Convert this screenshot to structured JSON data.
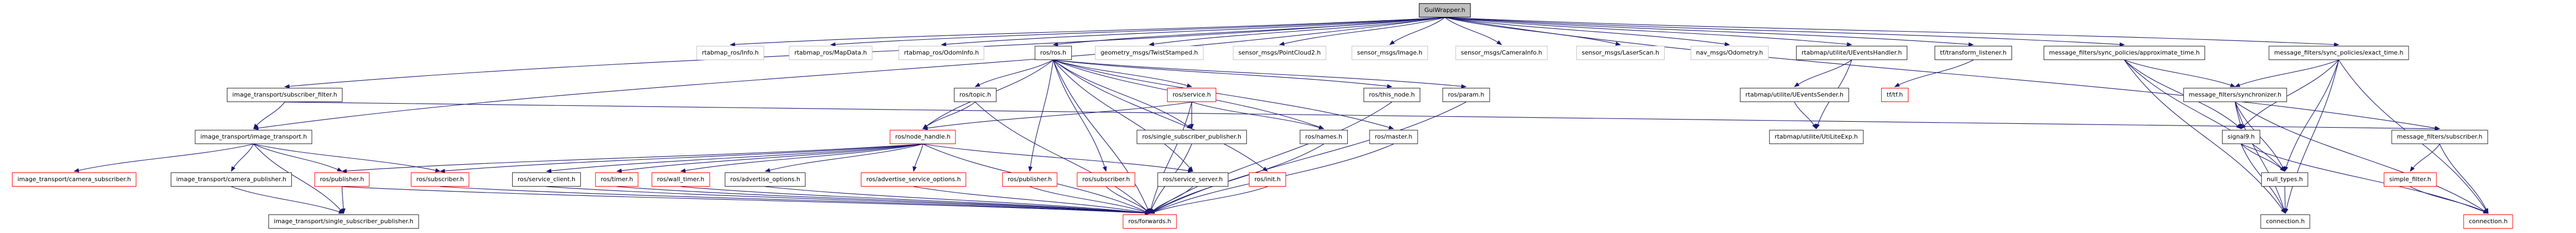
{
  "diagram": {
    "title": "GuiWrapper.h include dependency graph",
    "type": "include-dependency-graph",
    "root_label": "GuiWrapper.h",
    "colors": {
      "background": "#ffffff",
      "edge": "#191970",
      "node_fill": "#ffffff",
      "root_fill": "#bfbfbf",
      "border_linked": "#2a2a2a",
      "border_external": "#c4c4c4",
      "border_truncated": "#ff0000"
    },
    "nodes": [
      {
        "id": "root",
        "label": "GuiWrapper.h",
        "style": "root"
      },
      {
        "id": "info",
        "label": "rtabmap_ros/Info.h",
        "style": "external"
      },
      {
        "id": "mapdata",
        "label": "rtabmap_ros/MapData.h",
        "style": "external"
      },
      {
        "id": "odominfo",
        "label": "rtabmap_ros/OdomInfo.h",
        "style": "external"
      },
      {
        "id": "rosros",
        "label": "ros/ros.h",
        "style": "linked"
      },
      {
        "id": "twiststamped",
        "label": "geometry_msgs/TwistStamped.h",
        "style": "external"
      },
      {
        "id": "pointcloud2",
        "label": "sensor_msgs/PointCloud2.h",
        "style": "external"
      },
      {
        "id": "image",
        "label": "sensor_msgs/Image.h",
        "style": "external"
      },
      {
        "id": "camerainfo",
        "label": "sensor_msgs/CameraInfo.h",
        "style": "external"
      },
      {
        "id": "laserscan",
        "label": "sensor_msgs/LaserScan.h",
        "style": "external"
      },
      {
        "id": "odometry",
        "label": "nav_msgs/Odometry.h",
        "style": "external"
      },
      {
        "id": "ueventshandler",
        "label": "rtabmap/utilite/UEventsHandler.h",
        "style": "linked"
      },
      {
        "id": "transformlistener",
        "label": "tf/transform_listener.h",
        "style": "linked"
      },
      {
        "id": "approxtime",
        "label": "message_filters/sync_policies/approximate_time.h",
        "style": "linked"
      },
      {
        "id": "exacttime",
        "label": "message_filters/sync_policies/exact_time.h",
        "style": "linked"
      },
      {
        "id": "subscriberfilter",
        "label": "image_transport/subscriber_filter.h",
        "style": "linked"
      },
      {
        "id": "topic",
        "label": "ros/topic.h",
        "style": "linked"
      },
      {
        "id": "service",
        "label": "ros/service.h",
        "style": "truncated"
      },
      {
        "id": "thisnode",
        "label": "ros/this_node.h",
        "style": "linked"
      },
      {
        "id": "param",
        "label": "ros/param.h",
        "style": "linked"
      },
      {
        "id": "ueventssender",
        "label": "rtabmap/utilite/UEventsSender.h",
        "style": "linked"
      },
      {
        "id": "tftf",
        "label": "tf/tf.h",
        "style": "truncated"
      },
      {
        "id": "synchronizer",
        "label": "message_filters/synchronizer.h",
        "style": "linked"
      },
      {
        "id": "imagetransport",
        "label": "image_transport/image_transport.h",
        "style": "linked"
      },
      {
        "id": "nodehandle",
        "label": "ros/node_handle.h",
        "style": "truncated"
      },
      {
        "id": "rosssp",
        "label": "ros/single_subscriber_publisher.h",
        "style": "linked"
      },
      {
        "id": "names",
        "label": "ros/names.h",
        "style": "linked"
      },
      {
        "id": "master",
        "label": "ros/master.h",
        "style": "linked"
      },
      {
        "id": "utilitexp",
        "label": "rtabmap/utilite/UtiLiteExp.h",
        "style": "linked"
      },
      {
        "id": "signal9",
        "label": "signal9.h",
        "style": "linked"
      },
      {
        "id": "mfsubscriber",
        "label": "message_filters/subscriber.h",
        "style": "linked"
      },
      {
        "id": "camerasubscriber",
        "label": "image_transport/camera_subscriber.h",
        "style": "truncated"
      },
      {
        "id": "camerapublisher",
        "label": "image_transport/camera_publisher.h",
        "style": "linked"
      },
      {
        "id": "publisherL",
        "label": "ros/publisher.h",
        "style": "truncated"
      },
      {
        "id": "subscriberL",
        "label": "ros/subscriber.h",
        "style": "truncated"
      },
      {
        "id": "serviceclient",
        "label": "ros/service_client.h",
        "style": "linked"
      },
      {
        "id": "timer",
        "label": "ros/timer.h",
        "style": "truncated"
      },
      {
        "id": "walltimer",
        "label": "ros/wall_timer.h",
        "style": "truncated"
      },
      {
        "id": "advertiseoptions",
        "label": "ros/advertise_options.h",
        "style": "linked"
      },
      {
        "id": "advserviceoptions",
        "label": "ros/advertise_service_options.h",
        "style": "truncated"
      },
      {
        "id": "publisherR",
        "label": "ros/publisher.h",
        "style": "truncated"
      },
      {
        "id": "subscriberR",
        "label": "ros/subscriber.h",
        "style": "truncated"
      },
      {
        "id": "serviceserver",
        "label": "ros/service_server.h",
        "style": "linked"
      },
      {
        "id": "init",
        "label": "ros/init.h",
        "style": "truncated"
      },
      {
        "id": "nulltypes",
        "label": "null_types.h",
        "style": "linked"
      },
      {
        "id": "simplefilter",
        "label": "simple_filter.h",
        "style": "truncated"
      },
      {
        "id": "itssp",
        "label": "image_transport/single_subscriber_publisher.h",
        "style": "linked"
      },
      {
        "id": "forwards",
        "label": "ros/forwards.h",
        "style": "truncated"
      },
      {
        "id": "connectionmf",
        "label": "connection.h",
        "style": "linked"
      },
      {
        "id": "connectionros",
        "label": "connection.h",
        "style": "truncated"
      }
    ],
    "edges": [
      [
        "root",
        "info"
      ],
      [
        "root",
        "mapdata"
      ],
      [
        "root",
        "odominfo"
      ],
      [
        "root",
        "rosros"
      ],
      [
        "root",
        "twiststamped"
      ],
      [
        "root",
        "pointcloud2"
      ],
      [
        "root",
        "image"
      ],
      [
        "root",
        "camerainfo"
      ],
      [
        "root",
        "laserscan"
      ],
      [
        "root",
        "odometry"
      ],
      [
        "root",
        "ueventshandler"
      ],
      [
        "root",
        "transformlistener"
      ],
      [
        "root",
        "approxtime"
      ],
      [
        "root",
        "exacttime"
      ],
      [
        "root",
        "subscriberfilter"
      ],
      [
        "root",
        "imagetransport"
      ],
      [
        "root",
        "mfsubscriber"
      ],
      [
        "subscriberfilter",
        "imagetransport"
      ],
      [
        "subscriberfilter",
        "mfsubscriber"
      ],
      [
        "imagetransport",
        "camerasubscriber"
      ],
      [
        "imagetransport",
        "camerapublisher"
      ],
      [
        "imagetransport",
        "publisherL"
      ],
      [
        "imagetransport",
        "subscriberL"
      ],
      [
        "imagetransport",
        "itssp"
      ],
      [
        "camerapublisher",
        "itssp"
      ],
      [
        "publisherL",
        "itssp"
      ],
      [
        "publisherL",
        "forwards"
      ],
      [
        "subscriberL",
        "forwards"
      ],
      [
        "serviceclient",
        "forwards"
      ],
      [
        "timer",
        "forwards"
      ],
      [
        "walltimer",
        "forwards"
      ],
      [
        "advertiseoptions",
        "forwards"
      ],
      [
        "rosros",
        "topic"
      ],
      [
        "rosros",
        "service"
      ],
      [
        "rosros",
        "thisnode"
      ],
      [
        "rosros",
        "param"
      ],
      [
        "rosros",
        "names"
      ],
      [
        "rosros",
        "master"
      ],
      [
        "rosros",
        "nodehandle"
      ],
      [
        "rosros",
        "rosssp"
      ],
      [
        "rosros",
        "publisherR"
      ],
      [
        "rosros",
        "subscriberR"
      ],
      [
        "rosros",
        "serviceserver"
      ],
      [
        "rosros",
        "init"
      ],
      [
        "rosros",
        "forwards"
      ],
      [
        "topic",
        "nodehandle"
      ],
      [
        "topic",
        "forwards"
      ],
      [
        "service",
        "nodehandle"
      ],
      [
        "service",
        "rosssp"
      ],
      [
        "service",
        "names"
      ],
      [
        "service",
        "forwards"
      ],
      [
        "nodehandle",
        "publisherL"
      ],
      [
        "nodehandle",
        "subscriberL"
      ],
      [
        "nodehandle",
        "serviceclient"
      ],
      [
        "nodehandle",
        "timer"
      ],
      [
        "nodehandle",
        "walltimer"
      ],
      [
        "nodehandle",
        "advertiseoptions"
      ],
      [
        "nodehandle",
        "advserviceoptions"
      ],
      [
        "nodehandle",
        "serviceserver"
      ],
      [
        "nodehandle",
        "forwards"
      ],
      [
        "advserviceoptions",
        "forwards"
      ],
      [
        "publisherR",
        "forwards"
      ],
      [
        "subscriberR",
        "forwards"
      ],
      [
        "serviceserver",
        "forwards"
      ],
      [
        "init",
        "forwards"
      ],
      [
        "rosssp",
        "forwards"
      ],
      [
        "names",
        "forwards"
      ],
      [
        "master",
        "forwards"
      ],
      [
        "thisnode",
        "forwards"
      ],
      [
        "param",
        "forwards"
      ],
      [
        "ueventshandler",
        "ueventssender"
      ],
      [
        "ueventshandler",
        "utilitexp"
      ],
      [
        "ueventssender",
        "utilitexp"
      ],
      [
        "transformlistener",
        "tftf"
      ],
      [
        "approxtime",
        "synchronizer"
      ],
      [
        "approxtime",
        "signal9"
      ],
      [
        "approxtime",
        "nulltypes"
      ],
      [
        "approxtime",
        "connectionmf"
      ],
      [
        "exacttime",
        "synchronizer"
      ],
      [
        "exacttime",
        "signal9"
      ],
      [
        "exacttime",
        "nulltypes"
      ],
      [
        "exacttime",
        "connectionmf"
      ],
      [
        "exacttime",
        "connectionros"
      ],
      [
        "synchronizer",
        "signal9"
      ],
      [
        "synchronizer",
        "nulltypes"
      ],
      [
        "synchronizer",
        "connectionmf"
      ],
      [
        "synchronizer",
        "connectionros"
      ],
      [
        "signal9",
        "nulltypes"
      ],
      [
        "signal9",
        "connectionmf"
      ],
      [
        "signal9",
        "connectionros"
      ],
      [
        "nulltypes",
        "connectionmf"
      ],
      [
        "mfsubscriber",
        "simplefilter"
      ],
      [
        "mfsubscriber",
        "connectionros"
      ],
      [
        "simplefilter",
        "connectionros"
      ]
    ]
  }
}
